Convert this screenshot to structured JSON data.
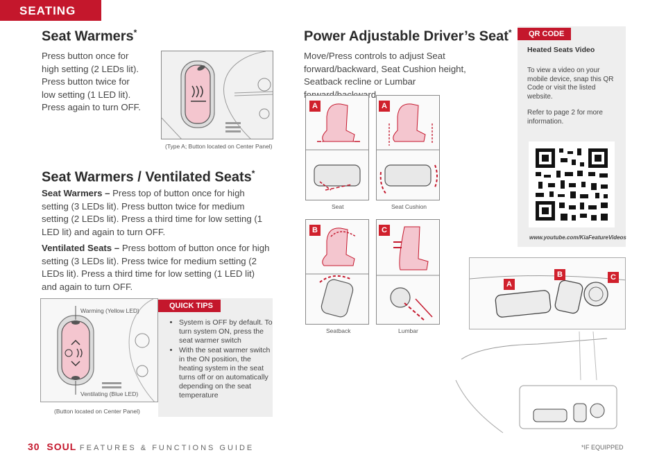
{
  "header": {
    "section": "SEATING"
  },
  "seat_warmers": {
    "title": "Seat Warmers",
    "title_mark": "*",
    "body": "Press button once for high setting (2 LEDs lit). Press button twice for low setting (1 LED lit). Press again to turn OFF.",
    "caption": "(Type A; Button located on Center Panel)"
  },
  "seat_warmers_ventilated": {
    "title": "Seat Warmers / Ventilated Seats",
    "title_mark": "*",
    "warmers_label": "Seat Warmers – ",
    "warmers_text": "Press top of button once for high setting (3 LEDs lit). Press button twice for medium setting (2 LEDs lit). Press a third time for low setting (1 LED lit) and again to turn OFF.",
    "ventilated_label": "Ventilated Seats – ",
    "ventilated_text": "Press bottom of button once for high setting (3 LEDs lit). Press twice for medium setting (2 LEDs lit). Press a third time for low setting (1 LED lit) and again to turn OFF.",
    "warming_label": "Warming (Yellow LED)",
    "ventilating_label": "Ventilating (Blue LED)",
    "caption": "(Button located on Center Panel)"
  },
  "quick_tips": {
    "title": "QUICK TIPS",
    "items": [
      "System is OFF by default. To turn system ON, press the seat warmer switch",
      "With the seat warmer switch in the ON position, the heating system in the seat turns off or on automatically depending on the seat temperature"
    ]
  },
  "power_seat": {
    "title": "Power Adjustable Driver’s Seat",
    "title_mark": "*",
    "body": "Move/Press controls to adjust Seat forward/backward, Seat Cushion height, Seatback recline or Lumbar forward/backward.",
    "labels": {
      "a": "A",
      "b": "B",
      "c": "C"
    },
    "captions": {
      "seat": "Seat",
      "cushion": "Seat Cushion",
      "seatback": "Seatback",
      "lumbar": "Lumbar"
    }
  },
  "qr": {
    "tag": "QR CODE",
    "heading": "Heated Seats Video",
    "text1": "To view a video on your mobile device, snap this QR Code or visit the listed website.",
    "text2": "Refer to page 2 for more information.",
    "url": "www.youtube.com/KiaFeatureVideos"
  },
  "footer": {
    "page": "30",
    "brand": "SOUL",
    "guide": "FEATURES & FUNCTIONS GUIDE",
    "note": "*IF EQUIPPED"
  },
  "colors": {
    "accent": "#c4172c",
    "panel": "#eeeeee",
    "pink": "#f4c6cf"
  }
}
